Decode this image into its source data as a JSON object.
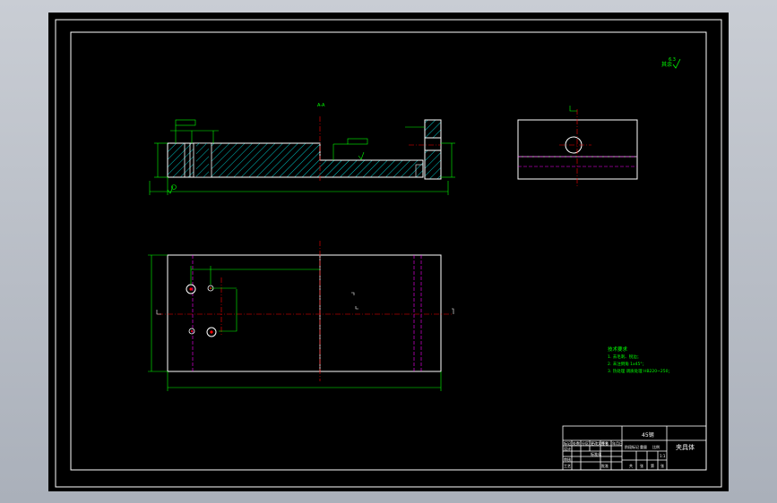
{
  "drawing": {
    "title": "夹具体",
    "material": "45钢",
    "section_label": "A-A",
    "roughness_note": "其余",
    "roughness_value": "6.3",
    "tech_req": {
      "heading": "技术要求",
      "items": [
        "1. 去毛刺、锐边；",
        "2. 未注倒角 1x45°；",
        "3. 热处理 调质处理 HB220~250；"
      ]
    },
    "title_block": {
      "row_labels": [
        "标记",
        "设计",
        "审核",
        "工艺"
      ],
      "header_cells": [
        "处数",
        "分区",
        "更改文件号",
        "签名",
        "年月日"
      ],
      "stage_label": "阶段标记",
      "weight_label": "重量",
      "scale_label": "比例",
      "scale_value": "1:1",
      "sheet_cells": [
        "共",
        "张",
        "第",
        "张"
      ],
      "std_label": "标准化",
      "approve_label": "批准"
    }
  },
  "colors": {
    "background": "#000000",
    "outline": "#ffffff",
    "dimension": "#00ff00",
    "center_line": "#ff0000",
    "hidden_line": "#ff00ff",
    "hatch": "#00c8c8"
  }
}
